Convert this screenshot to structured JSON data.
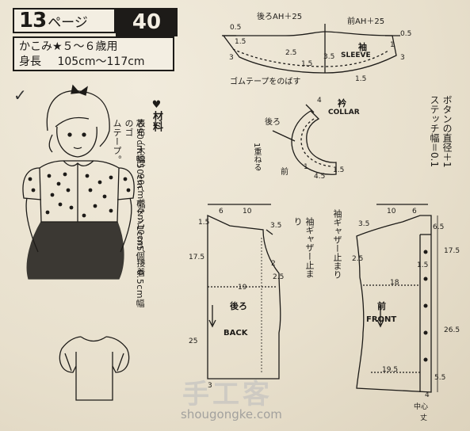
{
  "header": {
    "page_num": "13",
    "page_unit": "ページ",
    "pattern_id": "40",
    "size_line": "かこみ★５～６歳用",
    "height_label": "身長",
    "height_value": "105cm～117cm"
  },
  "materials": {
    "heading": "♥材料",
    "line1": "表布（木綿）90cm幅1m10cm、接着",
    "line2": "芯90cm幅50cm、ボタン1cm5個、0.5cm幅のゴ",
    "line3": "ムテープ。"
  },
  "side_note": {
    "line1": "ボタンの直径＋1",
    "line2": "ステッチ幅＝0.1"
  },
  "sleeve": {
    "back_ah": "後ろAH＋25",
    "front_ah": "前AH＋25",
    "jp": "袖",
    "en": "SLEEVE",
    "elastic": "ゴムテープをのばす",
    "d_05_left": "0.5",
    "d_05_right": "0.5",
    "d_3_left": "3",
    "d_3_right": "3",
    "d_25": "2.5",
    "d_35": "3.5",
    "d_15_left": "1.5",
    "d_15_mid": "1.5",
    "d_15_right": "1.5",
    "d_1": "1"
  },
  "collar": {
    "jp": "衿",
    "en": "COLLAR",
    "back": "後ろ",
    "front": "前",
    "overlap": "1重ねる",
    "d_4": "4",
    "d_1": "1",
    "d_45": "4.5",
    "d_15": "1.5"
  },
  "back_bodice": {
    "jp": "後ろ",
    "en": "BACK",
    "gather_stop": "袖ギャザー止まり",
    "w6": "6",
    "w10": "10",
    "d_15": "1.5",
    "d_35": "3.5",
    "d_2": "2",
    "d_175": "17.5",
    "d_25": "2.5",
    "d_19": "19",
    "d_25b": "25",
    "d_3": "3"
  },
  "front_bodice": {
    "jp": "前",
    "en": "FRONT",
    "gather_stop": "袖ギャザー止まり",
    "w10": "10",
    "w6": "6",
    "d_35": "3.5",
    "d_65": "6.5",
    "d_25": "2.5",
    "d_15": "1.5",
    "d_175": "17.5",
    "d_18": "18",
    "d_265": "26.5",
    "d_195": "19.5",
    "d_55": "5.5",
    "d_4": "4",
    "center": "中心",
    "mark": "丈"
  },
  "watermark": {
    "cn": "手工客",
    "url": "shougongke.com"
  }
}
